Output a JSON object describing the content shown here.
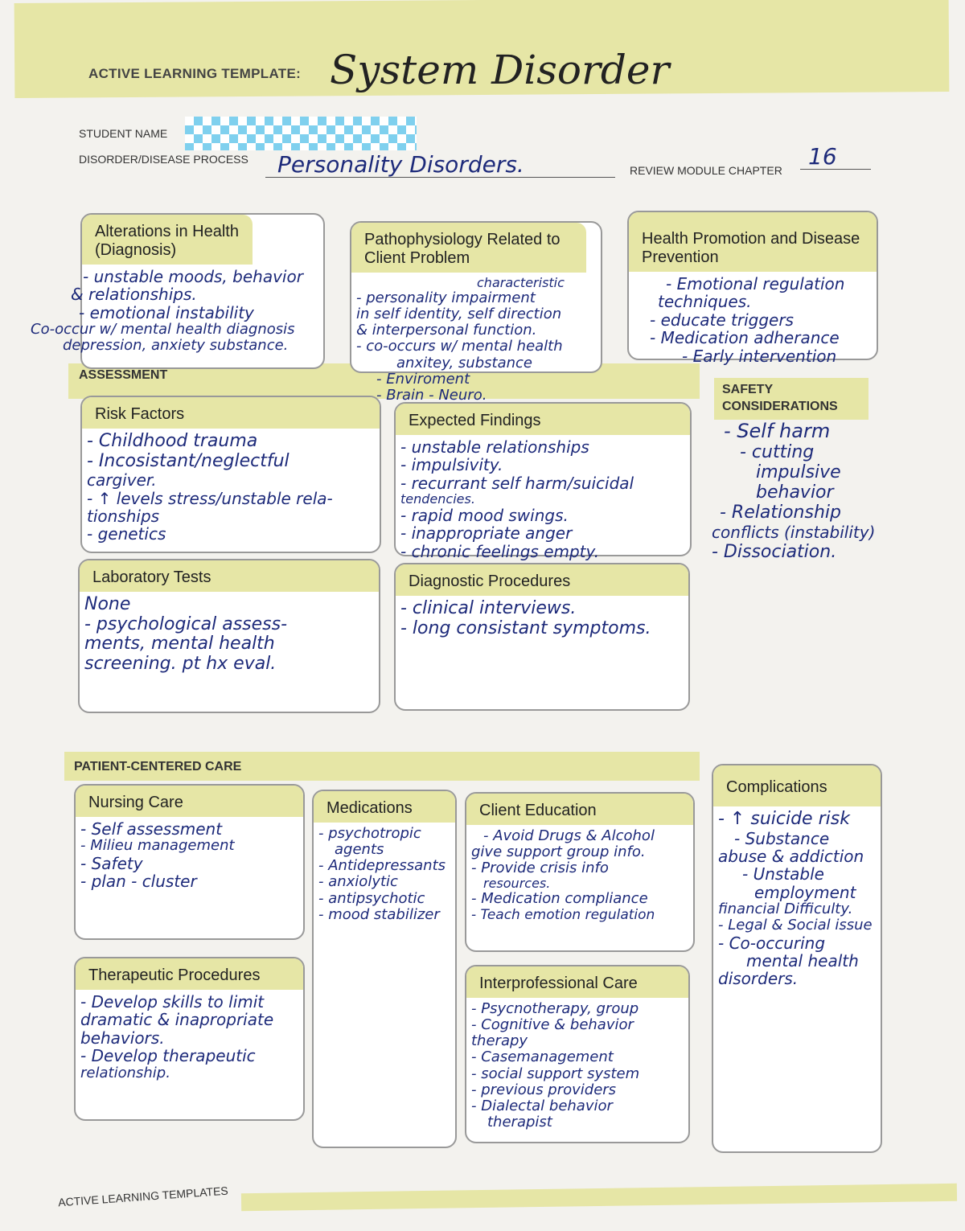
{
  "header": {
    "label": "ACTIVE LEARNING TEMPLATE:",
    "title": "System Disorder"
  },
  "fields": {
    "student_name_label": "STUDENT NAME",
    "disorder_label": "DISORDER/DISEASE PROCESS",
    "disorder_value": "Personality Disorders.",
    "chapter_label": "REVIEW MODULE CHAPTER",
    "chapter_value": "16"
  },
  "top": {
    "alterations": {
      "title": "Alterations in Health (Diagnosis)",
      "items": [
        "- unstable moods, behavior",
        "& relationships.",
        "- emotional instability",
        "Co-occur w/ mental health diagnosis",
        "depression, anxiety substance."
      ]
    },
    "pathophysiology": {
      "title": "Pathophysiology Related to Client Problem",
      "items": [
        "characteristic",
        "- personality impairment",
        "in self identity, self direction",
        "& interpersonal function.",
        "- co-occurs w/ mental health",
        "anxitey, substance",
        "- Enviroment",
        "- Brain - Neuro."
      ]
    },
    "health_promotion": {
      "title": "Health Promotion and Disease Prevention",
      "items": [
        "- Emotional regulation",
        "techniques.",
        "- educate triggers",
        "- Medication adherance",
        "- Early intervention"
      ]
    }
  },
  "assessment": {
    "section_label": "ASSESSMENT",
    "risk_factors": {
      "title": "Risk Factors",
      "items": [
        "- Childhood trauma",
        "- Incosistant/neglectful",
        "cargiver.",
        "- ↑ levels stress/unstable rela-",
        "tionships",
        "- genetics"
      ]
    },
    "expected_findings": {
      "title": "Expected Findings",
      "items": [
        "- unstable relationships",
        "- impulsivity.",
        "- recurrant self harm/suicidal",
        "tendencies.",
        "- rapid mood swings.",
        "- inappropriate anger",
        "- chronic feelings empty."
      ]
    },
    "lab_tests": {
      "title": "Laboratory Tests",
      "items": [
        "None",
        "- psychological assess-",
        "ments, mental health",
        "screening. pt hx eval."
      ]
    },
    "diagnostic": {
      "title": "Diagnostic Procedures",
      "items": [
        "- clinical interviews.",
        "- long consistant symptoms."
      ]
    },
    "safety": {
      "title": "SAFETY CONSIDERATIONS",
      "items": [
        "- Self harm",
        "- cutting",
        "impulsive",
        "behavior",
        "- Relationship",
        "conflicts (instability)",
        "- Dissociation."
      ]
    }
  },
  "patient_care": {
    "section_label": "PATIENT-CENTERED CARE",
    "nursing": {
      "title": "Nursing Care",
      "items": [
        "- Self assessment",
        "- Milieu management",
        "- Safety",
        "- plan - cluster"
      ]
    },
    "medications": {
      "title": "Medications",
      "items": [
        "- psychotropic",
        "agents",
        "- Antidepressants",
        "- anxiolytic",
        "- antipsychotic",
        "- mood stabilizer"
      ]
    },
    "client_education": {
      "title": "Client Education",
      "items": [
        "- Avoid Drugs & Alcohol",
        "give support group info.",
        "- Provide crisis info",
        "resources.",
        "- Medication compliance",
        "- Teach emotion regulation"
      ]
    },
    "complications": {
      "title": "Complications",
      "items": [
        "- ↑ suicide risk",
        "- Substance",
        "abuse & addiction",
        "- Unstable",
        "employment",
        "financial Difficulty.",
        "- Legal & Social issue",
        "- Co-occuring",
        "mental health",
        "disorders."
      ]
    },
    "therapeutic": {
      "title": "Therapeutic Procedures",
      "items": [
        "- Develop skills to limit",
        "dramatic & inapropriate",
        "behaviors.",
        "- Develop therapeutic",
        "relationship."
      ]
    },
    "interprofessional": {
      "title": "Interprofessional Care",
      "items": [
        "- Psycnotherapy, group",
        "- Cognitive & behavior",
        "therapy",
        "- Casemanagement",
        "- social support system",
        "- previous providers",
        "- Dialectal behavior",
        "therapist"
      ]
    }
  },
  "footer": {
    "label": "ACTIVE LEARNING TEMPLATES"
  },
  "colors": {
    "band": "#e6e6a6",
    "ink": "#1d2a7a"
  }
}
